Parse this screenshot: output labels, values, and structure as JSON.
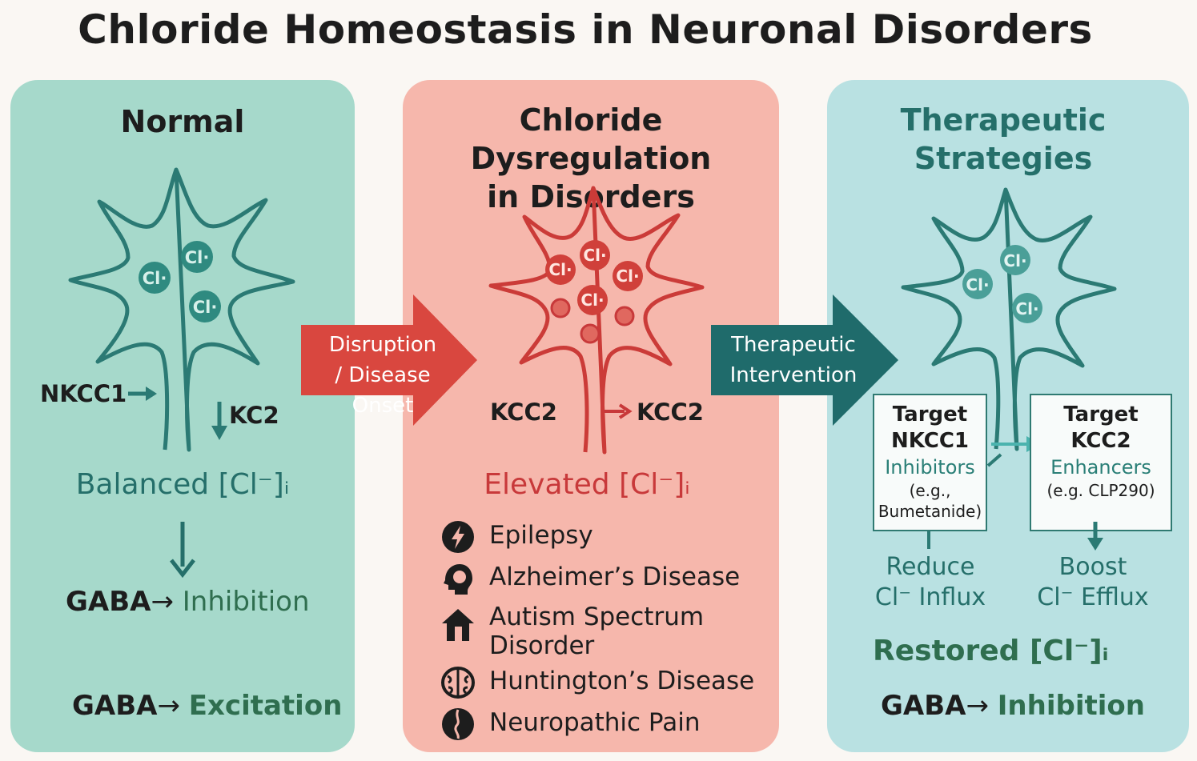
{
  "title": "Chloride Homeostasis in Neuronal Disorders",
  "colors": {
    "normal_bg": "#a6d9cb",
    "dysregulation_bg": "#f6b7ac",
    "therapeutic_bg": "#b9e1e2",
    "teal": "#256f6a",
    "red": "#c8393a",
    "dark_teal_arrow": "#1f6b6b",
    "red_arrow": "#d9473f"
  },
  "normal": {
    "title": "Normal",
    "ions": [
      "Cl·",
      "Cl·",
      "Cl·"
    ],
    "nkcc1": "NKCC1",
    "kcc2": "KC2",
    "balanced": "Balanced [Cl⁻]ᵢ",
    "gaba1": "GABA",
    "arrow1": "→",
    "effect1": "Inhibition",
    "gaba2": "GABA",
    "arrow2": "→",
    "effect2": "Excitation"
  },
  "transition1": {
    "line1": "Disruption",
    "line2": "/ Disease Onset"
  },
  "dysregulation": {
    "title_line1": "Chloride Dysregulation",
    "title_line2": "in Disorders",
    "ions": [
      "Cl·",
      "Cl·",
      "Cl·",
      "Cl·"
    ],
    "kcc2_left": "KCC2",
    "kcc2_right": "KCC2",
    "elevated": "Elevated [Cl⁻]ᵢ",
    "disorders": [
      {
        "label": "Epilepsy",
        "icon": "lightning-icon"
      },
      {
        "label": "Alzheimer’s Disease",
        "icon": "head-icon"
      },
      {
        "label": "Autism Spectrum",
        "label2": "Disorder",
        "icon": "house-icon"
      },
      {
        "label": "Huntington’s Disease",
        "icon": "brain-icon"
      },
      {
        "label": "Neuropathic Pain",
        "icon": "nerve-icon"
      }
    ]
  },
  "transition2": {
    "line1": "Therapeutic",
    "line2": "Intervention"
  },
  "therapeutic": {
    "title_line1": "Therapeutic",
    "title_line2": "Strategies",
    "ions": [
      "Cl·",
      "Cl·",
      "Cl·"
    ],
    "box1": {
      "line1": "Target",
      "line2": "NKCC1",
      "line3": "Inhibitors",
      "line4": "(e.g.,",
      "line5": "Bumetanide)"
    },
    "box2": {
      "line1": "Target",
      "line2": "KCC2",
      "line3": "Enhancers",
      "line4": "(e.g. CLP290)"
    },
    "reduce1": "Reduce",
    "reduce2": "Cl⁻ Influx",
    "boost1": "Boost",
    "boost2": "Cl⁻ Efflux",
    "restored": "Restored [Cl⁻]ᵢ",
    "gaba": "GABA",
    "arrow": "→",
    "effect": "Inhibition"
  }
}
